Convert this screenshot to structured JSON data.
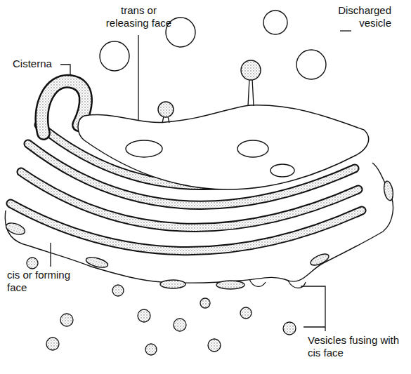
{
  "diagram": {
    "labels": [
      "trans or releasing face",
      "Cisterna",
      "Discharged vesicle",
      "cis or forming face",
      "Vesicles fusing with cis face"
    ]
  }
}
